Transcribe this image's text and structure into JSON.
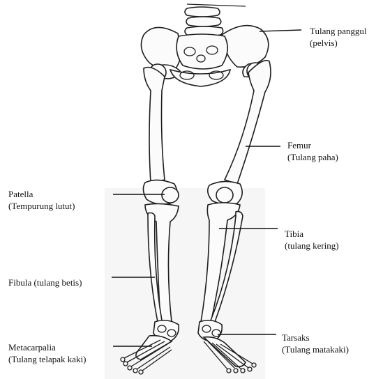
{
  "labels": {
    "pelvis": {
      "line1": "Tulang panggul",
      "line2": "(pelvis)"
    },
    "femur": {
      "line1": "Femur",
      "line2": "(Tulang paha)"
    },
    "patella": {
      "line1": "Patella",
      "line2": "(Tempurung lutut)"
    },
    "tibia": {
      "line1": "Tibia",
      "line2": "(tulang kering)"
    },
    "fibula": {
      "line1": "Fibula (tulang betis)"
    },
    "tarsal": {
      "line1": "Tarsaks",
      "line2": "(Tulang matakaki)"
    },
    "metatarsal": {
      "line1": "Metacarpalia",
      "line2": "(Tulang telapak kaki)"
    }
  },
  "colors": {
    "background": "#ffffff",
    "ink": "#1e1e1e",
    "paper_shade": "#e9e9e9"
  }
}
